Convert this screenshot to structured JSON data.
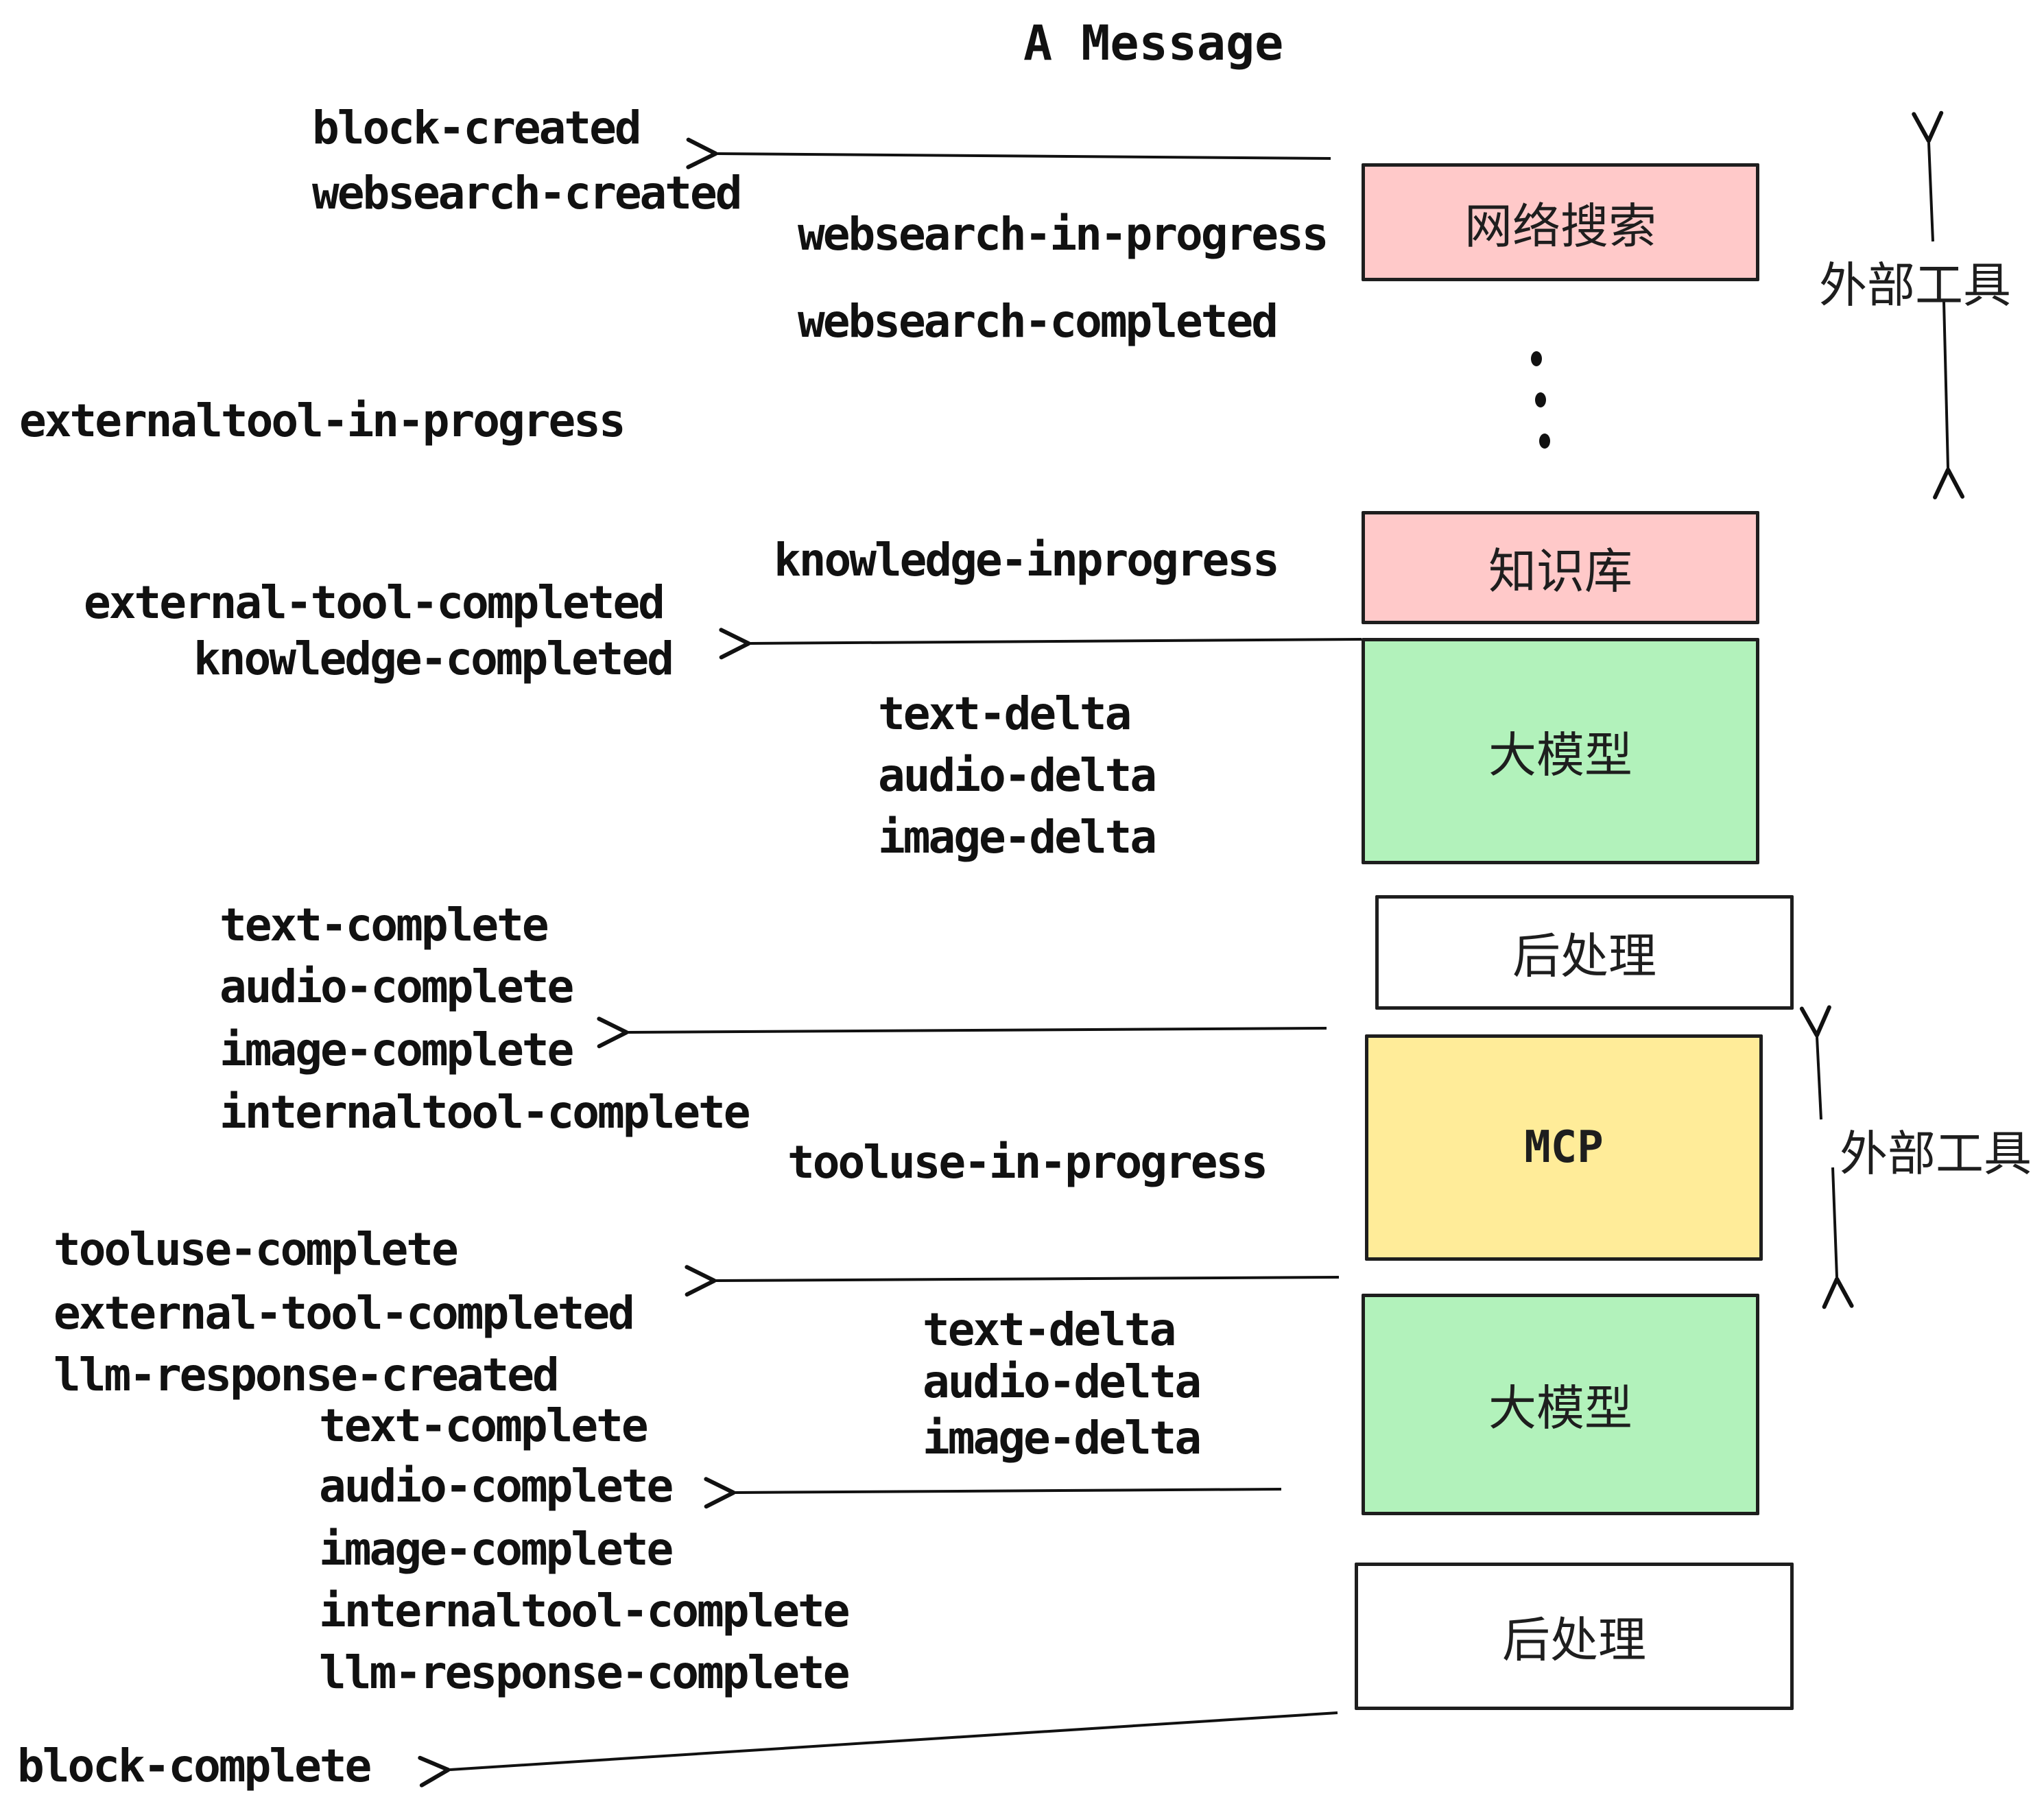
{
  "title": "A Message",
  "events": {
    "block_created": "block-created",
    "websearch_created": "websearch-created",
    "websearch_in_progress": "websearch-in-progress",
    "websearch_completed": "websearch-completed",
    "externaltool_in_progress": "externaltool-in-progress",
    "knowledge_inprogress": "knowledge-inprogress",
    "external_tool_completed_1": "external-tool-completed",
    "knowledge_completed": "knowledge-completed",
    "text_delta_1": "text-delta",
    "audio_delta_1": "audio-delta",
    "image_delta_1": "image-delta",
    "text_complete_1": "text-complete",
    "audio_complete_1": "audio-complete",
    "image_complete_1": "image-complete",
    "internaltool_complete_1": "internaltool-complete",
    "tooluse_in_progress": "tooluse-in-progress",
    "tooluse_complete": "tooluse-complete",
    "external_tool_completed_2": "external-tool-completed",
    "llm_response_created": "llm-response-created",
    "text_complete_2": "text-complete",
    "audio_complete_2": "audio-complete",
    "text_delta_2": "text-delta",
    "audio_delta_2": "audio-delta",
    "image_delta_2": "image-delta",
    "image_complete_2": "image-complete",
    "internaltool_complete_2": "internaltool-complete",
    "llm_response_complete": "llm-response-complete",
    "block_complete": "block-complete"
  },
  "nodes": {
    "websearch": "网络搜索",
    "knowledge": "知识库",
    "llm_1": "大模型",
    "postprocess_1": "后处理",
    "mcp": "MCP",
    "llm_2": "大模型",
    "postprocess_2": "后处理"
  },
  "annotations": {
    "external_tools_1": "外部工具",
    "external_tools_2": "外部工具"
  },
  "colors": {
    "node_pink": "#ffc9c9",
    "node_green": "#b2f2bb",
    "node_yellow": "#ffec99",
    "node_white": "#ffffff",
    "stroke": "#1e1e1e"
  }
}
